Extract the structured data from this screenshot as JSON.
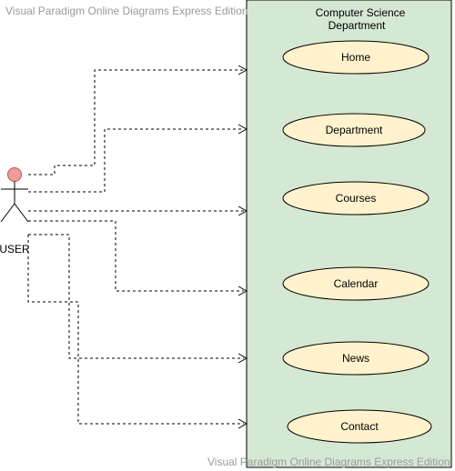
{
  "watermark": {
    "top": "Visual Paradigm Online Diagrams Express Edition",
    "bottom": "Visual Paradigm Online Diagrams Express Edition"
  },
  "system": {
    "title_line1": "Computer Science",
    "title_line2": "Department",
    "fill": "#d5e8d4",
    "stroke": "#000000"
  },
  "actor": {
    "label": "USER",
    "head_fill": "#f19c99",
    "head_stroke": "#b85450"
  },
  "use_cases": [
    {
      "label": "Home"
    },
    {
      "label": "Department"
    },
    {
      "label": "Courses"
    },
    {
      "label": "Calendar"
    },
    {
      "label": "News"
    },
    {
      "label": "Contact"
    }
  ],
  "colors": {
    "use_case_fill": "#fff2cc",
    "use_case_stroke": "#000000"
  }
}
